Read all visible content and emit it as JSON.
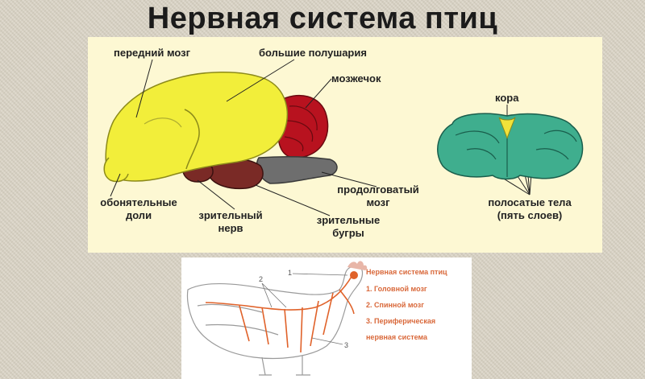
{
  "title": "Нервная система птиц",
  "brain": {
    "labels": {
      "forebrain": "передний мозг",
      "hemispheres": "большие полушария",
      "cerebellum": "мозжечок",
      "olfactory_1": "обонятельные",
      "olfactory_2": "доли",
      "optic_nerve_1": "зрительный",
      "optic_nerve_2": "нерв",
      "optic_lobes_1": "зрительные",
      "optic_lobes_2": "бугры",
      "medulla_1": "продолговатый",
      "medulla_2": "мозг",
      "cortex": "кора",
      "striatum_1": "полосатые тела",
      "striatum_2": "(пять слоев)"
    },
    "colors": {
      "hemisphere": "#f2ee3a",
      "cerebellum": "#b8121f",
      "optic": "#7a2a26",
      "medulla": "#6e6e6e",
      "section": "#3fae8e",
      "cortex": "#f2e23a"
    }
  },
  "bird": {
    "legend_title": "Нервная система птиц",
    "items": [
      "1. Головной мозг",
      "2. Спинной мозг",
      "3. Периферическая",
      "нервная система"
    ],
    "markers": [
      "1",
      "2",
      "3"
    ]
  }
}
